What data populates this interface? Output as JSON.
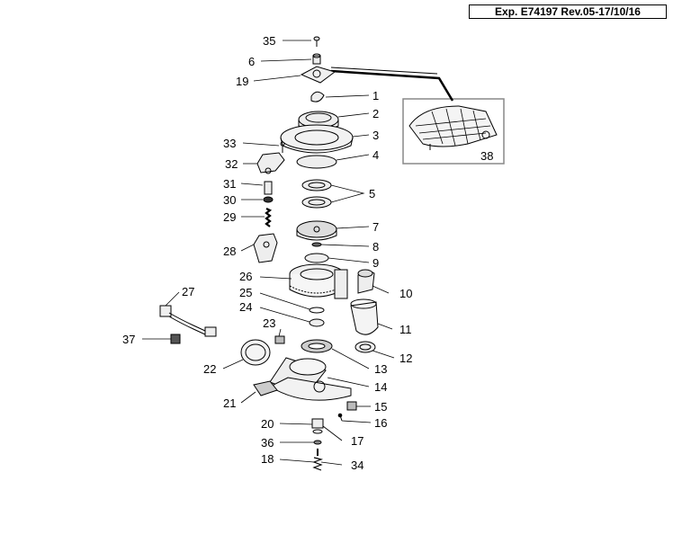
{
  "header": {
    "code": "Exp. E74197 Rev.05-17/10/16"
  },
  "callouts": [
    "1",
    "2",
    "3",
    "4",
    "5",
    "6",
    "7",
    "8",
    "9",
    "10",
    "11",
    "12",
    "13",
    "14",
    "15",
    "16",
    "17",
    "18",
    "19",
    "20",
    "21",
    "22",
    "23",
    "24",
    "25",
    "26",
    "27",
    "28",
    "29",
    "30",
    "31",
    "32",
    "33",
    "34",
    "35",
    "36",
    "37",
    "38"
  ],
  "inset": {
    "label": "38"
  }
}
